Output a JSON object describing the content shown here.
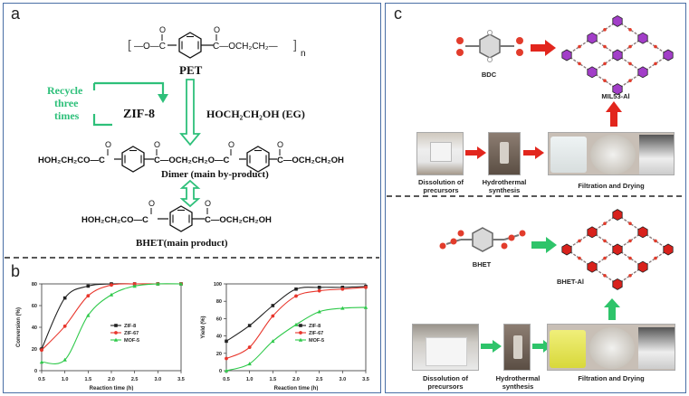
{
  "panel_labels": {
    "a": "a",
    "b": "b",
    "c": "c"
  },
  "panel_a": {
    "polymer_name": "PET",
    "repeat_subscript": "n",
    "top_chain_left": "—O—C",
    "top_chain_right": "C—OCH₂CH₂—",
    "recycle_label_1": "Recycle",
    "recycle_label_2": "three",
    "recycle_label_3": "times",
    "catalyst": "ZIF-8",
    "reagent": "HOCH₂CH₂OH (EG)",
    "dimer_left": "HOH₂CH₂CO—C",
    "dimer_middle": "C—OCH₂CH₂O—C",
    "dimer_right": "C—OCH₂CH₂OH",
    "dimer_label": "Dimer (main by-product)",
    "bhet_left": "HOH₂CH₂CO—C",
    "bhet_right": "C—OCH₂CH₂OH",
    "bhet_label": "BHET(main product)",
    "carbonyl_o": "O"
  },
  "panel_c": {
    "top_molecule": "BDC",
    "top_mof": "MIL53-Al",
    "bottom_molecule": "BHET",
    "bottom_mof": "BHET-Al",
    "step1": "Dissolution of precursors",
    "step2": "Hydrothermal synthesis",
    "step3": "Filtration and Drying"
  },
  "chart_data": [
    {
      "type": "line",
      "xlabel": "Reaction time (h)",
      "ylabel": "Conversion (%)",
      "xlim": [
        0.5,
        3.5
      ],
      "ylim": [
        0,
        80
      ],
      "xticks": [
        "0.5",
        "1.0",
        "1.5",
        "2.0",
        "2.5",
        "3.0",
        "3.5"
      ],
      "yticks": [
        "0",
        "20",
        "40",
        "60",
        "80"
      ],
      "legend_position": "middle-left",
      "series": [
        {
          "name": "ZIF-8",
          "color": "#222222",
          "x": [
            0.5,
            1.0,
            1.5,
            2.0,
            2.5,
            3.0,
            3.5
          ],
          "y": [
            20,
            67,
            78,
            80,
            80,
            80,
            80
          ]
        },
        {
          "name": "ZIF-67",
          "color": "#e8362c",
          "x": [
            0.5,
            1.0,
            1.5,
            2.0,
            2.5,
            3.0,
            3.5
          ],
          "y": [
            19,
            41,
            69,
            79,
            80,
            80,
            80
          ]
        },
        {
          "name": "MOF-5",
          "color": "#2ec94a",
          "x": [
            0.5,
            1.0,
            1.5,
            2.0,
            2.5,
            3.0,
            3.5
          ],
          "y": [
            8,
            10,
            51,
            70,
            78,
            80,
            80
          ]
        }
      ]
    },
    {
      "type": "line",
      "xlabel": "Reaction time (h)",
      "ylabel": "Yield (%)",
      "xlim": [
        0.5,
        3.5
      ],
      "ylim": [
        0,
        100
      ],
      "xticks": [
        "0.5",
        "1.0",
        "1.5",
        "2.0",
        "2.5",
        "3.0",
        "3.5"
      ],
      "yticks": [
        "0",
        "20",
        "40",
        "60",
        "80",
        "100"
      ],
      "legend_position": "middle-left",
      "series": [
        {
          "name": "ZIF-8",
          "color": "#222222",
          "x": [
            0.5,
            1.0,
            1.5,
            2.0,
            2.5,
            3.0,
            3.5
          ],
          "y": [
            34,
            52,
            75,
            94,
            96,
            96,
            97
          ]
        },
        {
          "name": "ZIF-67",
          "color": "#e8362c",
          "x": [
            0.5,
            1.0,
            1.5,
            2.0,
            2.5,
            3.0,
            3.5
          ],
          "y": [
            14,
            27,
            63,
            86,
            92,
            94,
            96
          ]
        },
        {
          "name": "MOF-5",
          "color": "#2ec94a",
          "x": [
            0.5,
            1.0,
            1.5,
            2.0,
            2.5,
            3.0,
            3.5
          ],
          "y": [
            0,
            8,
            34,
            53,
            68,
            72,
            73
          ]
        }
      ]
    }
  ]
}
